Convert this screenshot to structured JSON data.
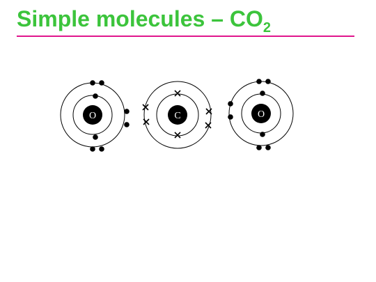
{
  "slide": {
    "title_main": "Simple molecules – CO",
    "title_subscript": "2"
  },
  "colors": {
    "title": "#3cc43c",
    "rule": "#e0158c",
    "ink": "#000000"
  },
  "atoms": [
    {
      "element": "O",
      "electron_symbol": "dot"
    },
    {
      "element": "C",
      "electron_symbol": "cross"
    },
    {
      "element": "O",
      "electron_symbol": "dot"
    }
  ]
}
